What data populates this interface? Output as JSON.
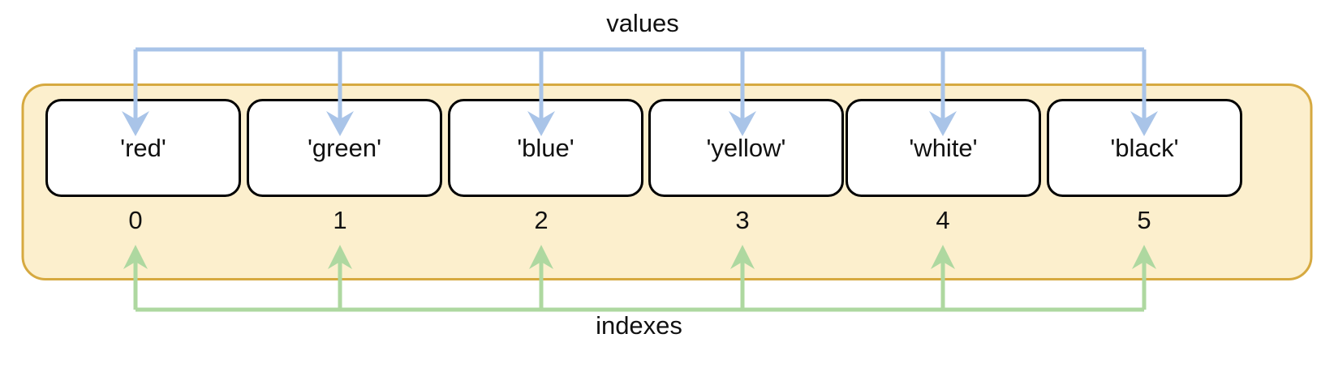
{
  "diagram": {
    "title_top": "values",
    "title_bottom": "indexes",
    "colors": {
      "container_fill": "#FCEFCD",
      "container_border": "#D6A940",
      "cell_fill": "#FFFFFF",
      "cell_border": "#000000",
      "values_arrow": "#A9C4E8",
      "indexes_arrow": "#AED8A0",
      "text": "#111111"
    },
    "cells": [
      {
        "value": "'red'",
        "index": "0"
      },
      {
        "value": "'green'",
        "index": "1"
      },
      {
        "value": "'blue'",
        "index": "2"
      },
      {
        "value": "'yellow'",
        "index": "3"
      },
      {
        "value": "'white'",
        "index": "4"
      },
      {
        "value": "'black'",
        "index": "5"
      }
    ]
  }
}
